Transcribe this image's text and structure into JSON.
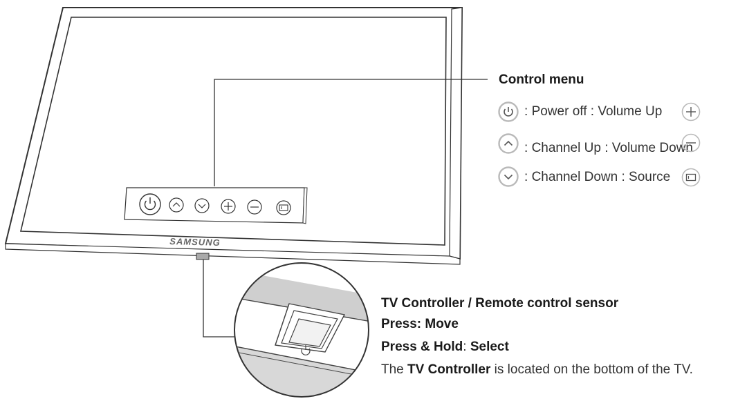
{
  "diagram": {
    "brand_logo_text": "SAMSUNG",
    "control_menu": {
      "title": "Control menu",
      "items": [
        {
          "icon": "power-icon",
          "label": "Power off",
          "right_label": "Volume Up",
          "right_icon": "plus-icon"
        },
        {
          "icon": "chevron-up-icon",
          "label": "Channel Up",
          "right_label": "Volume Down",
          "right_icon": "minus-icon"
        },
        {
          "icon": "chevron-down-icon",
          "label": "Channel Down",
          "right_label": "Source",
          "right_icon": "source-icon"
        }
      ],
      "separator": ":"
    },
    "controller": {
      "title": "TV Controller / Remote control sensor",
      "press_move": "Press: Move",
      "press_hold_label": "Press & Hold",
      "press_hold_sep": ":",
      "press_hold_value": "Select",
      "location_prefix": "The",
      "location_bold": "TV Controller",
      "location_suffix": "is located on the bottom of the TV."
    }
  },
  "colors": {
    "line": "#333333",
    "icon_gray": "#b9b9b9",
    "icon_stroke": "#666666",
    "text": "#333333"
  }
}
